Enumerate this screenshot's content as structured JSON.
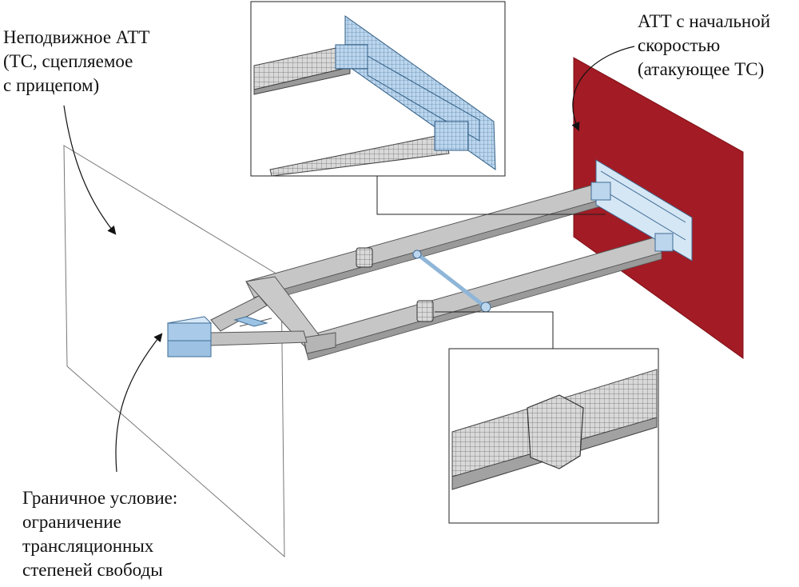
{
  "labels": {
    "stationary_vehicle": {
      "lines": [
        "Неподвижное АТТ",
        "(ТС, сцепляемое",
        "с прицепом)"
      ]
    },
    "attacking_vehicle": {
      "lines": [
        "АТТ с начальной",
        "скоростью",
        "(атакующее ТС)"
      ]
    },
    "boundary_condition": {
      "lines": [
        "Граничное условие:",
        "ограничение",
        "трансляционных",
        "степеней свободы"
      ]
    }
  },
  "colors": {
    "rigid_wall": "#a31b24",
    "frame_steel": "#c3c3c3",
    "mesh_blue": "#b7d3ea",
    "outline": "#333333"
  }
}
